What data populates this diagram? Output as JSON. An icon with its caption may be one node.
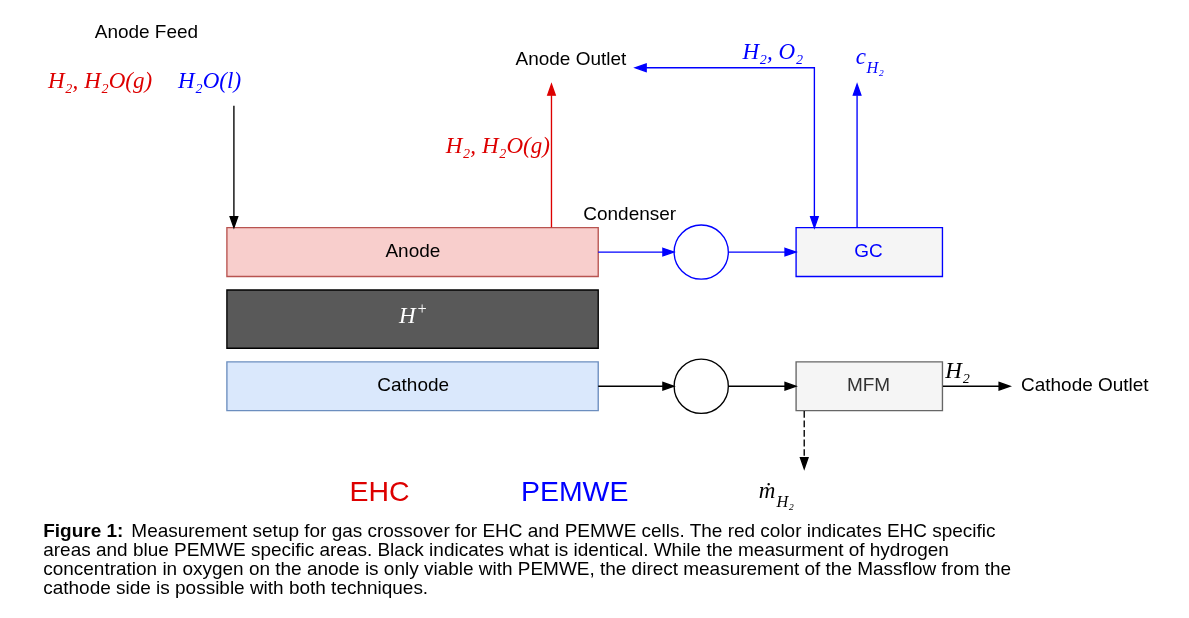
{
  "diagram": {
    "caption": "**Figure 1:** Measurement setup for gas crossover for EHC and PEMWE cells. The red color indicates EHC specific areas and blue PEMWE specific areas. Black indicates what is identical. While the measurment of hydrogen concentration in oxygen on the anode is only viable with PEMWE, the direct measurement of the Massflow from the cathode side is possible with both techniques.",
    "nodes": [
      {
        "text": [
          "Anode Feed"
        ],
        "beside": [
          "H₂, H₂O(g)",
          "H₂O(l)"
        ]
      },
      {
        "text": [
          "Anode"
        ]
      },
      {
        "text": [
          "H$^{+}$"
        ]
      },
      {
        "text": [
          "Cathode"
        ]
      },
      {
        "text": [
          "Anode Outlet"
        ]
      },
      {
        "text": [
          "Condenser"
        ]
      },
      {
        "text": [
          "GC"
        ]
      },
      {
        "text": [
          "c$_{H₂}$"
        ]
      },
      {
        "text": [],
        "shape": "circle"
      },
      {
        "text": [
          "MFM"
        ]
      },
      {
        "text": [
          "Cathode Outlet"
        ]
      },
      {
        "text": [
          "ṁ$_{H₂}$"
        ]
      }
    ],
    "edges": [
      {
        "from": 0,
        "to": 1,
        "arrow": "to"
      },
      {
        "from": 1,
        "to": 4,
        "arrow": "to",
        "label": "H₂, H₂O(g)",
        "color": "#dd0000"
      },
      {
        "from": 1,
        "to": 5,
        "arrow": "to",
        "color": "#0000ff"
      },
      {
        "from": 5,
        "to": 6,
        "arrow": "to",
        "color": "#0000ff"
      },
      {
        "from": 6,
        "to": 7,
        "arrow": "to",
        "color": "#0000ff"
      },
      {
        "from": 6,
        "to": 4,
        "arrow": "both",
        "label": "H₂, O₂",
        "color": "#0000ff"
      },
      {
        "from": 3,
        "to": 8,
        "arrow": "to"
      },
      {
        "from": 8,
        "to": 9,
        "arrow": "to"
      },
      {
        "from": 9,
        "to": 10,
        "arrow": "to",
        "label": "H₂"
      },
      {
        "from": 9,
        "to": 11,
        "arrow": "to",
        "style": "dashed"
      }
    ],
    "labels": [
      "EHC",
      "PEMWE"
    ]
  }
}
